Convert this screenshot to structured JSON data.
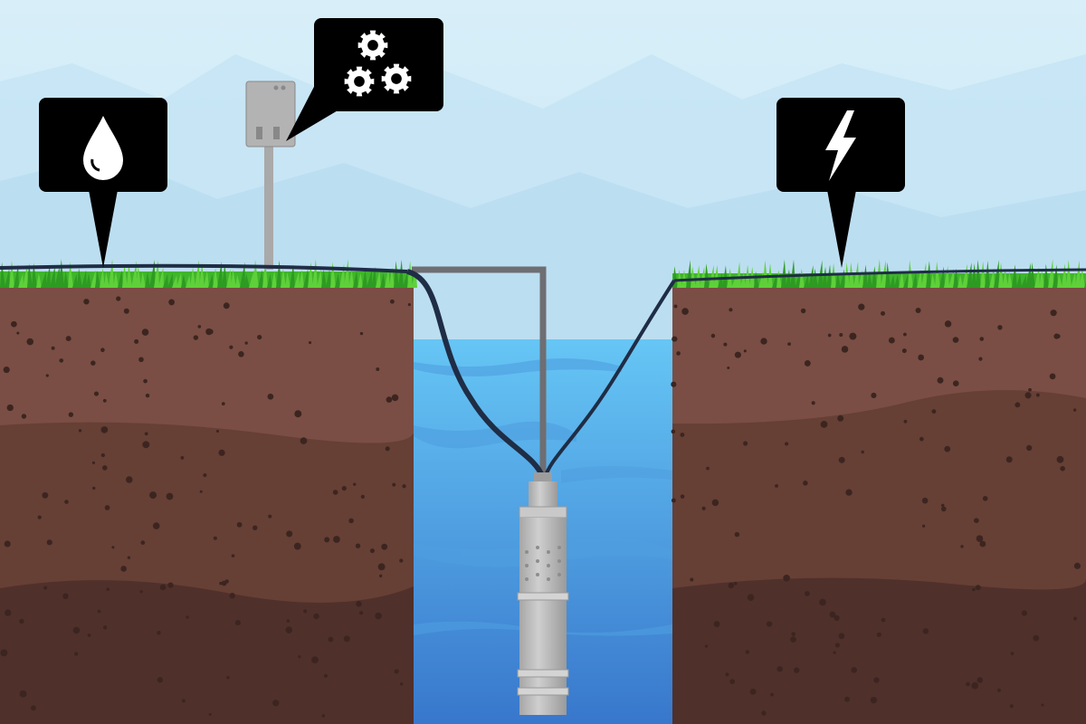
{
  "scene": {
    "subject": "submersible-well-pump",
    "callouts": [
      {
        "id": "water",
        "icon": "water-drop-icon"
      },
      {
        "id": "control",
        "icon": "gears-icon"
      },
      {
        "id": "power",
        "icon": "lightning-bolt-icon"
      }
    ]
  },
  "colors": {
    "sky_top": "#d6eef9",
    "sky_bottom": "#b9dff2",
    "mountains": "#c3e3f3",
    "grass": "#3fb52c",
    "soil_top": "#7a4e44",
    "soil_mid": "#663f35",
    "soil_bottom": "#50302a",
    "water_top": "#63c3f3",
    "water_bottom": "#3a7dd0",
    "pipe": "#7d7d80",
    "cable": "#1f2d45",
    "pump": "#bdbdbd",
    "callout": "#000000"
  }
}
